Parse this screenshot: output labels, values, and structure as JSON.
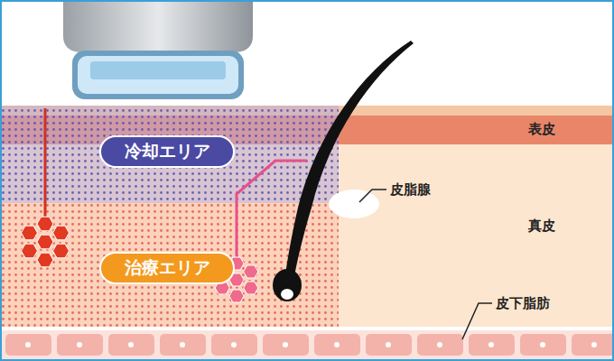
{
  "diagram": {
    "nodes": [
      {
        "text": [
          "冷却エリア"
        ]
      },
      {
        "text": [
          "治療エリア"
        ]
      }
    ],
    "labels": [
      "表皮",
      "皮脂腺",
      "真皮",
      "皮下脂肪"
    ]
  }
}
